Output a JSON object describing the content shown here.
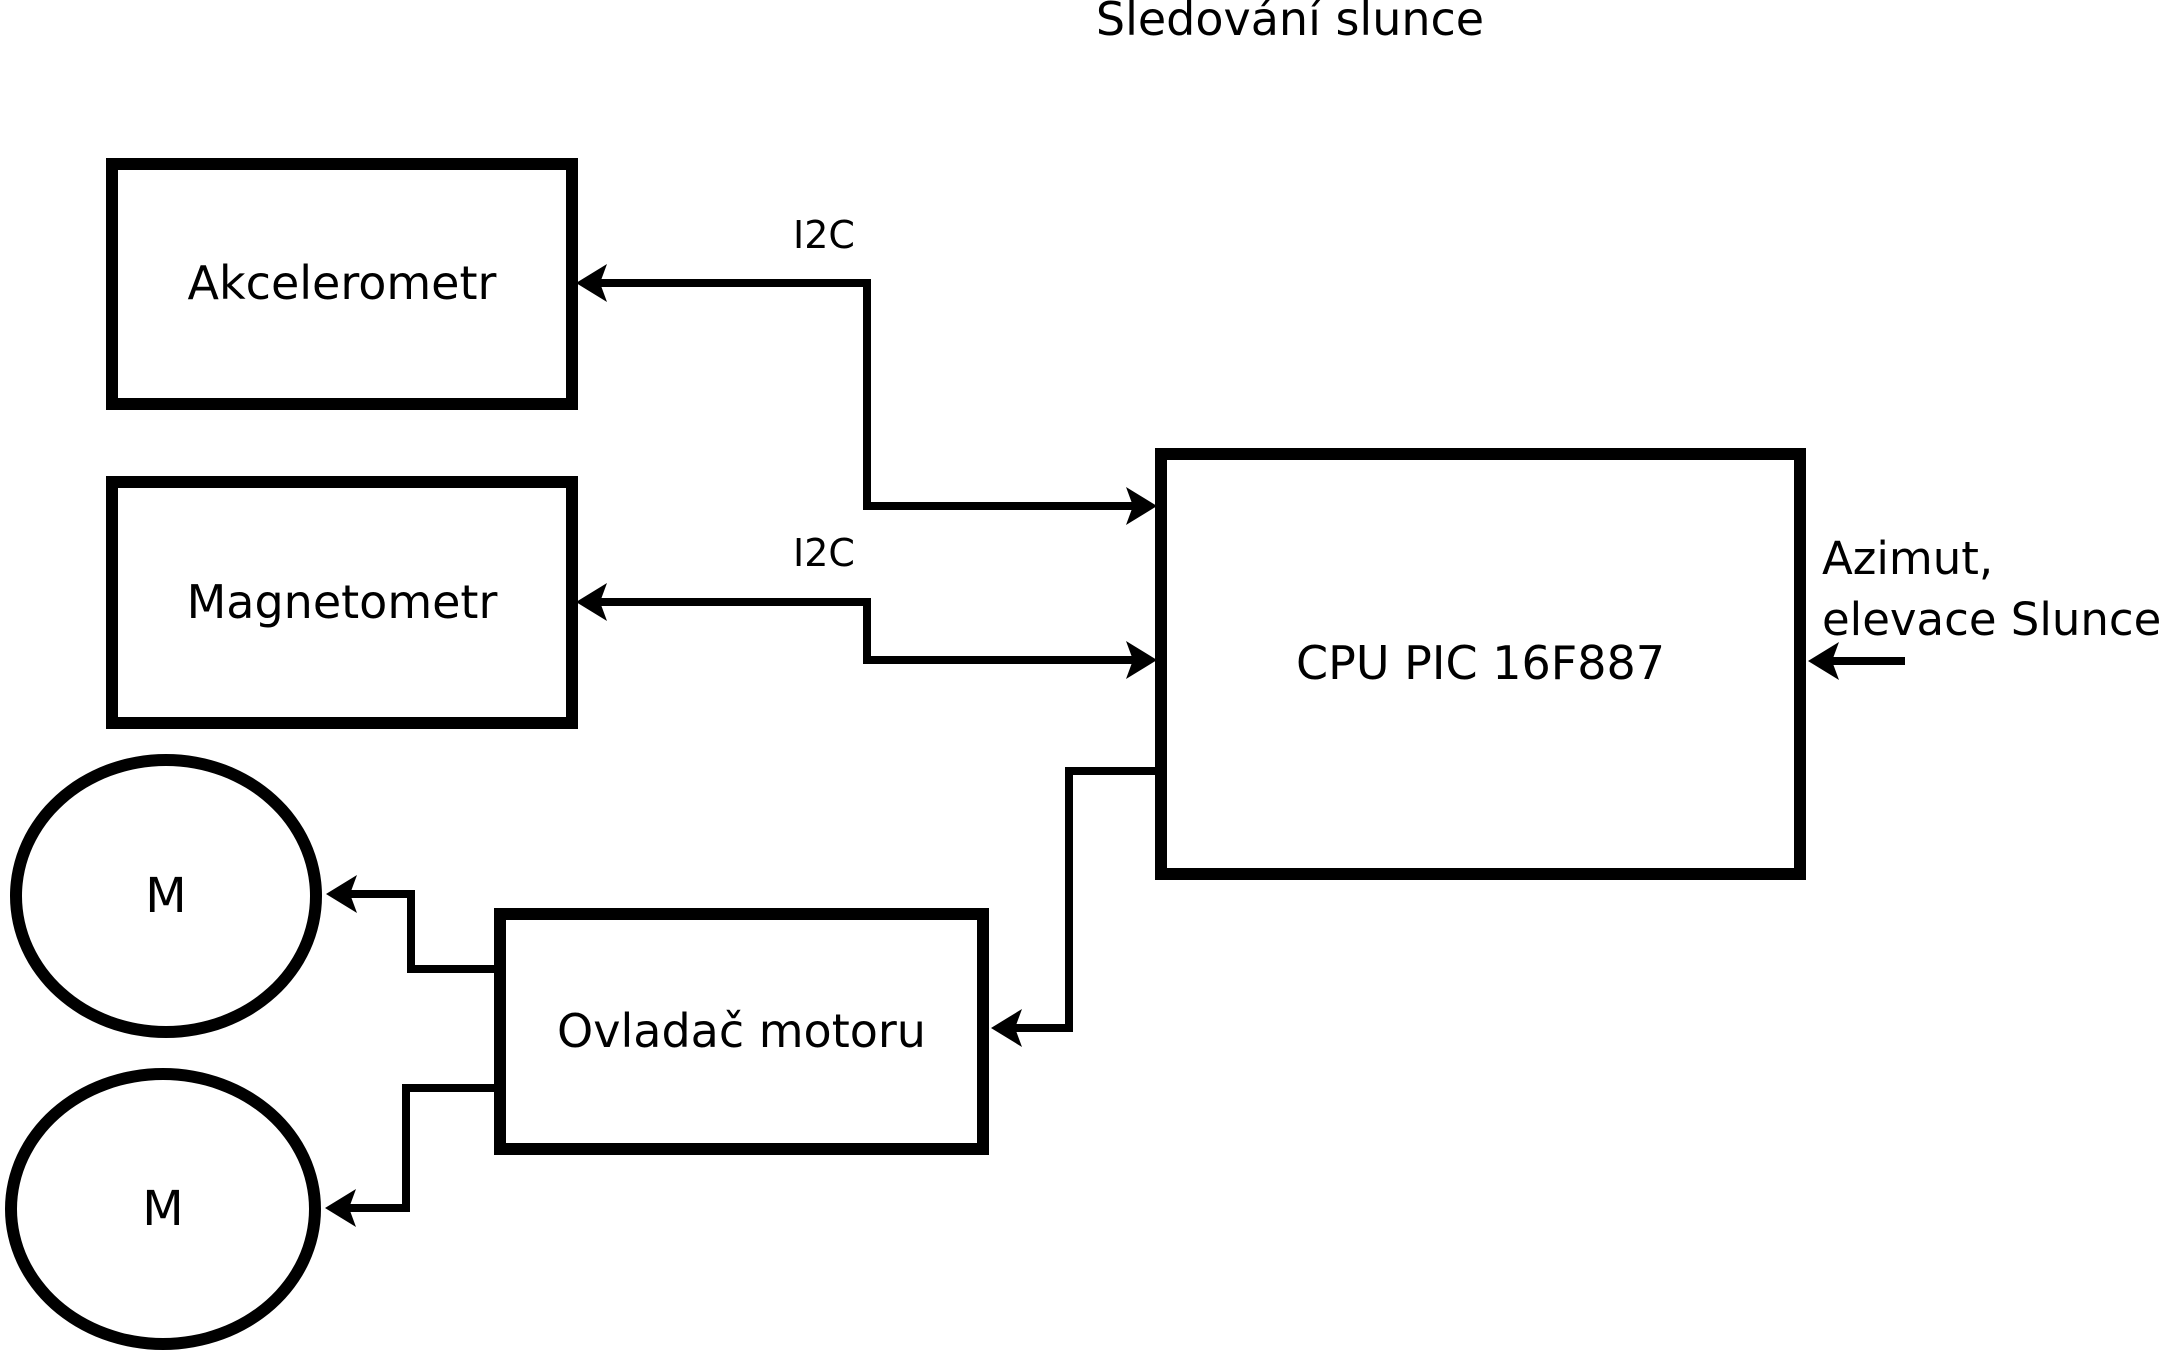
{
  "title": "Sledování slunce",
  "boxes": {
    "akcelerometr": {
      "label": "Akcelerometr"
    },
    "magnetometr": {
      "label": "Magnetometr"
    },
    "cpu": {
      "label": "CPU PIC 16F887"
    },
    "motor_driver": {
      "label": "Ovladač motoru"
    }
  },
  "motors": {
    "motor1": {
      "label": "M"
    },
    "motor2": {
      "label": "M"
    }
  },
  "connection_labels": {
    "i2c_accel": "I2C",
    "i2c_mag": "I2C",
    "azimut_line1": "Azimut,",
    "azimut_line2": "elevace Slunce"
  },
  "colors": {
    "stroke": "#000000",
    "background": "#ffffff"
  }
}
